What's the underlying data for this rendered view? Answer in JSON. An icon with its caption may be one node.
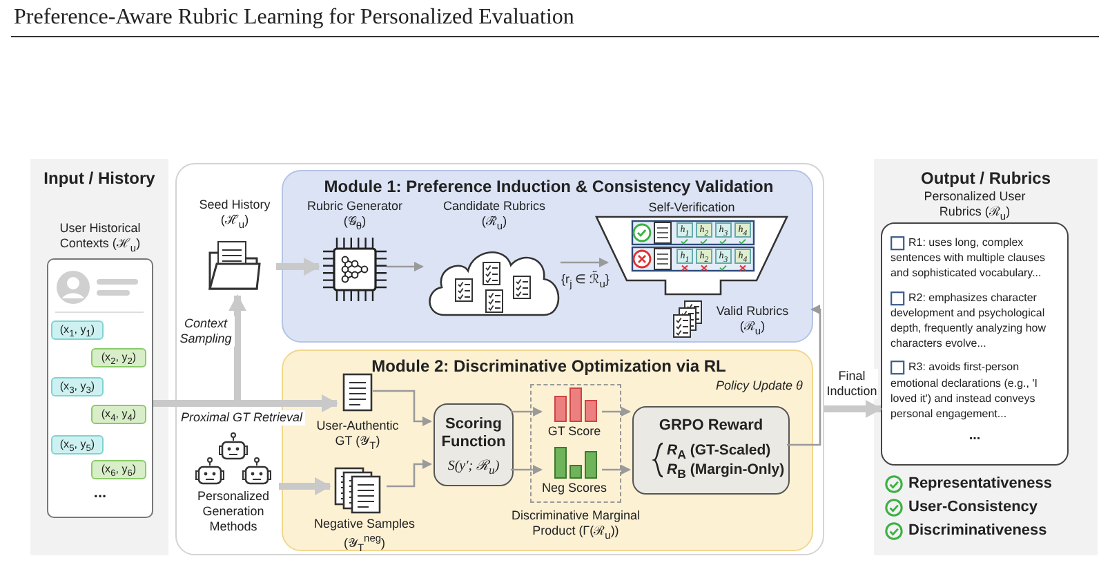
{
  "diagram": {
    "title": "Preference-Aware Rubric Learning for Personalized Evaluation",
    "nodes": [
      {
        "text": [
          "Input / History"
        ]
      },
      {
        "text": [
          "User Historical Contexts (ℋ$_{u}$)",
          "..."
        ],
        "in": 0
      },
      {
        "text": [
          "(x$_{1}$, y$_{1}$)"
        ],
        "in": 1
      },
      {
        "text": [
          "(x$_{2}$, y$_{2}$)"
        ],
        "in": 1
      },
      {
        "text": [
          "(x$_{3}$, y$_{3}$)"
        ],
        "in": 1
      },
      {
        "text": [
          "(x$_{4}$, y$_{4}$)"
        ],
        "in": 1
      },
      {
        "text": [
          "(x$_{5}$, y$_{5}$)"
        ],
        "in": 1
      },
      {
        "text": [
          "(x$_{6}$, y$_{6}$)"
        ],
        "in": 1
      },
      {
        "text": [],
        "shape": "box"
      },
      {
        "text": [
          "Seed History (ℋ̃$_{u}$)"
        ],
        "in": 8
      },
      {
        "text": [
          "Module 1: Preference Induction & Consistency Validation"
        ],
        "in": 8
      },
      {
        "text": [
          "Rubric Generator (𝒢$_{θ}$)"
        ],
        "in": 10
      },
      {
        "text": [
          "Candidate Rubrics (ℛ̃$_{u}$)"
        ],
        "in": 10
      },
      {
        "text": [
          "Self-Verification"
        ],
        "in": 10
      },
      {
        "text": [
          "Valid Rubrics (ℛ$_{u}$)"
        ],
        "in": 10
      },
      {
        "text": [
          "Module 2: Discriminative Optimization via RL"
        ],
        "in": 8
      },
      {
        "text": [
          "User-Authentic GT (𝒴$_{T}$)"
        ],
        "in": 15
      },
      {
        "text": [
          "Negative Samples (𝒴$_{T}$$^{neg}$)"
        ],
        "in": 15
      },
      {
        "text": [
          "Scoring Function",
          "S(y′; ℛ$_{u}$)"
        ],
        "in": 15
      },
      {
        "text": [
          "Discriminative Marginal Product (Γ(ℛ$_{u}$))"
        ],
        "in": 15
      },
      {
        "text": [
          "GT Score"
        ],
        "in": 19
      },
      {
        "text": [
          "Neg Scores"
        ],
        "in": 19
      },
      {
        "text": [
          "GRPO Reward",
          "*R*$_{A}$ (GT-Scaled)",
          "*R*$_{B}$ (Margin-Only)"
        ],
        "in": 15
      },
      {
        "text": [
          "Personalized Generation Methods"
        ],
        "in": 8
      },
      {
        "text": [
          "Output / Rubrics"
        ]
      },
      {
        "text": [
          "Personalized User Rubrics (ℛ$_{u}$)",
          "R1: uses long, complex sentences with multiple clauses and sophisticated vocabulary...",
          "R2: emphasizes character development and psychological depth, frequently analyzing how characters evolve...",
          "R3: avoids first-person emotional declarations (e.g., 'I loved it') and instead conveys personal engagement...",
          "..."
        ],
        "beside": [
          "Representativeness",
          "User-Consistency",
          "Discriminativeness"
        ],
        "in": 24
      }
    ],
    "edges": [
      {
        "from": 1,
        "to": 9,
        "arrow": "to",
        "label": "Context Sampling",
        "style": "thick"
      },
      {
        "from": 1,
        "to": 16,
        "arrow": "to",
        "label": "Proximal GT Retrieval",
        "style": "thick"
      },
      {
        "from": 9,
        "to": 11,
        "arrow": "to",
        "style": "thick"
      },
      {
        "from": 11,
        "to": 12,
        "arrow": "to"
      },
      {
        "from": 12,
        "to": 13,
        "arrow": "to",
        "label": "{r$_{j}$ ∈ ℛ̃$_{u}$}"
      },
      {
        "from": 23,
        "to": 17,
        "arrow": "to",
        "style": "thick"
      },
      {
        "from": 16,
        "to": 18,
        "arrow": "to"
      },
      {
        "from": 17,
        "to": 18,
        "arrow": "to"
      },
      {
        "from": 18,
        "to": 20,
        "arrow": "to"
      },
      {
        "from": 18,
        "to": 21,
        "arrow": "to"
      },
      {
        "from": 20,
        "to": 22,
        "arrow": "to"
      },
      {
        "from": 21,
        "to": 22,
        "arrow": "to"
      },
      {
        "from": 22,
        "to": 10,
        "arrow": "to",
        "label": "Policy Update θ"
      },
      {
        "from": 8,
        "to": 25,
        "arrow": "to",
        "label": "Final Induction",
        "style": "thick"
      }
    ],
    "labels": [
      "h$_{1}$",
      "h$_{2}$",
      "h$_{3}$",
      "h$_{4}$",
      "h$_{1}$",
      "h$_{2}$",
      "h$_{3}$",
      "h$_{4}$"
    ]
  }
}
